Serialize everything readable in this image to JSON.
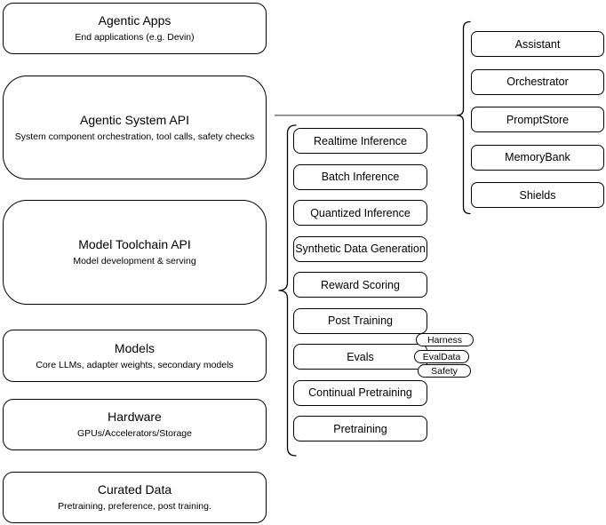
{
  "diagram": {
    "stack": [
      {
        "title": "Agentic Apps",
        "subtitle": "End applications (e.g. Devin)"
      },
      {
        "title": "Agentic System API",
        "subtitle": "System component orchestration, tool calls, safety checks"
      },
      {
        "title": "Model Toolchain API",
        "subtitle": "Model development & serving"
      },
      {
        "title": "Models",
        "subtitle": "Core LLMs, adapter weights, secondary models"
      },
      {
        "title": "Hardware",
        "subtitle": "GPUs/Accelerators/Storage"
      },
      {
        "title": "Curated Data",
        "subtitle": "Pretraining, preference, post training."
      }
    ],
    "toolchain_services": [
      "Realtime Inference",
      "Batch Inference",
      "Quantized Inference",
      "Synthetic Data Generation",
      "Reward Scoring",
      "Post Training",
      "Evals",
      "Continual Pretraining",
      "Pretraining"
    ],
    "eval_tags": [
      "Harness",
      "EvalData",
      "Safety"
    ],
    "system_components": [
      "Assistant",
      "Orchestrator",
      "PromptStore",
      "MemoryBank",
      "Shields"
    ],
    "colors": {
      "stroke": "#000000",
      "background": "#ffffff",
      "connector": "#666666",
      "text": "#000000"
    }
  }
}
